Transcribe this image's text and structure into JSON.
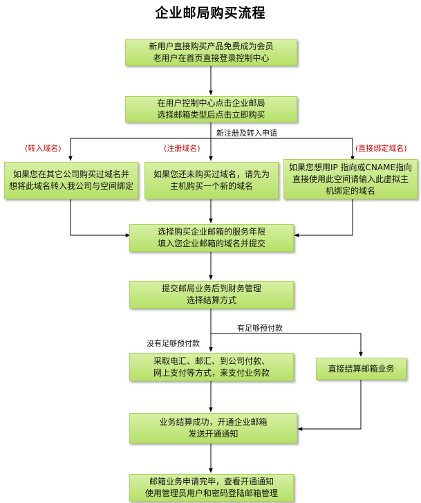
{
  "title": "企业邮局购买流程",
  "steps": {
    "register": [
      "新用户直接购买产品免费成为会员",
      "老用户在首页直接登录控制中心"
    ],
    "select": [
      "在用户控制中心点击企业邮局",
      "选择邮箱类型后点击立即购买"
    ],
    "transfer": [
      "如果您在其它公司购买过域名并",
      "想将此域名转入我公司与空间绑定"
    ],
    "new_domain": [
      "如果您还未购买过域名，请先为",
      "主机购买一个新的域名"
    ],
    "bind_domain": [
      "如果您想用IP 指向或CNAME指向",
      "直接使用此空间请输入此虚拟主",
      "机绑定的域名"
    ],
    "service_years": [
      "选择购买企业邮箱的服务年限",
      "填入您企业邮箱的域名并提交"
    ],
    "submit_finance": [
      "提交邮局业务后到财务管理",
      "选择结算方式"
    ],
    "payment": [
      "采取电汇、邮汇、到公司付款、",
      "网上支付等方式，来支付业务款"
    ],
    "direct_settle": [
      "直接结算邮箱业务"
    ],
    "success": [
      "业务结算成功，开通企业邮箱",
      "发送开通通知"
    ],
    "finish": [
      "邮箱业务申请完毕，查看开通通知",
      "使用管理员用户和密码登陆邮箱管理"
    ]
  },
  "labels": {
    "branch_header": "新注册及转入申请",
    "transfer": "(转入域名)",
    "register_domain": "(注册域名)",
    "bind_domain": "(直接绑定域名)",
    "no_prepay": "没有足够预付款",
    "has_prepay": "有足够预付款"
  },
  "colors": {
    "box_fill": "#c4e683",
    "box_border": "#a8d45c",
    "label_red": "#cc0000",
    "line": "#000000"
  }
}
